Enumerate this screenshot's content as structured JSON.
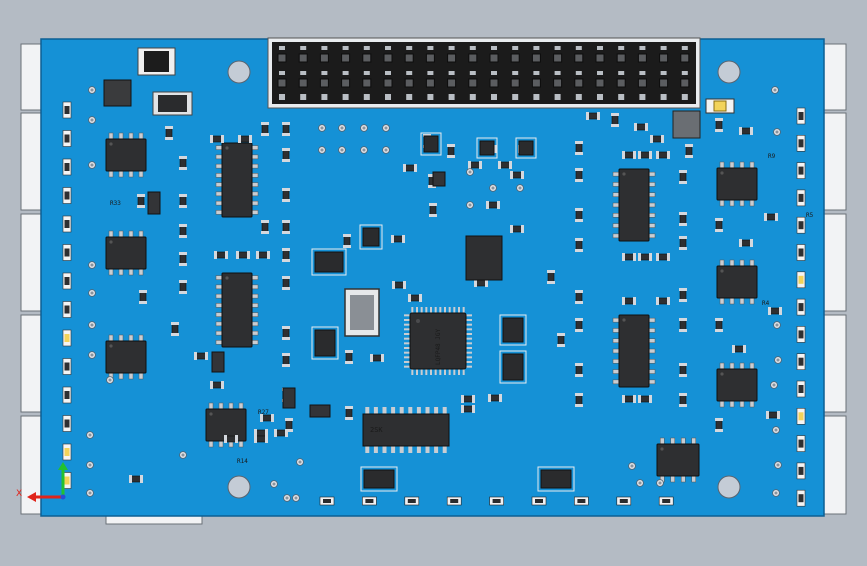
{
  "viewport": {
    "background_color": "#b4bbc4"
  },
  "board": {
    "color": "#1591d6",
    "edge_color": "#0c5f93"
  },
  "labels": {
    "r_left": "R33",
    "r_mid": "R27",
    "r_right_top": "R9",
    "r_right_mid": "R5",
    "r_right_lower": "R4",
    "r_bottom": "R14",
    "mcu_marking": "LQFP48 JGY",
    "ic_marking": "2SK"
  },
  "axis": {
    "x_label": "X"
  },
  "colors": {
    "chip_body": "#2e2f31",
    "chip_pin": "#c9cdd2",
    "header_body": "#1b1b1b",
    "smd_pad": "#d4d8de",
    "led_amber": "#f2d35a",
    "axis_x": "#e0241b",
    "axis_y": "#22c12f",
    "axis_z": "#2a4bd7"
  }
}
